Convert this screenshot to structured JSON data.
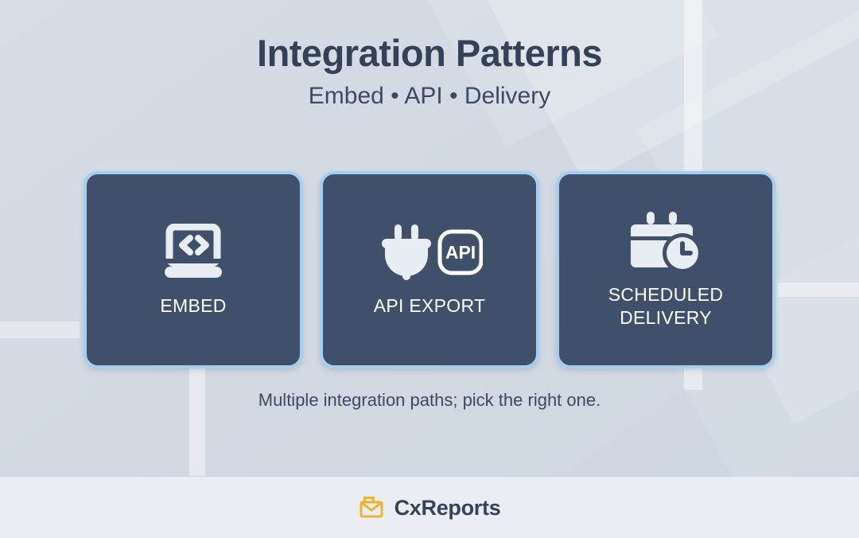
{
  "header": {
    "title": "Integration Patterns",
    "subtitle": "Embed • API • Delivery"
  },
  "cards": [
    {
      "label": "EMBED",
      "icon": "laptop-code-icon"
    },
    {
      "label": "API EXPORT",
      "icon": "plug-api-icon"
    },
    {
      "label": "SCHEDULED\nDELIVERY",
      "icon": "calendar-clock-icon"
    }
  ],
  "caption": "Multiple integration paths; pick the right one.",
  "footer": {
    "brand": "CxReports",
    "logo_icon": "envelope-icon"
  },
  "colors": {
    "background": "#d3dae4",
    "card_fill": "#41506a",
    "card_border": "#a7cdef",
    "title_text": "#344157",
    "card_label_text": "#ffffff",
    "footer_background": "#eaeef4",
    "brand_text": "#35435a",
    "logo_accent": "#efb42b"
  }
}
